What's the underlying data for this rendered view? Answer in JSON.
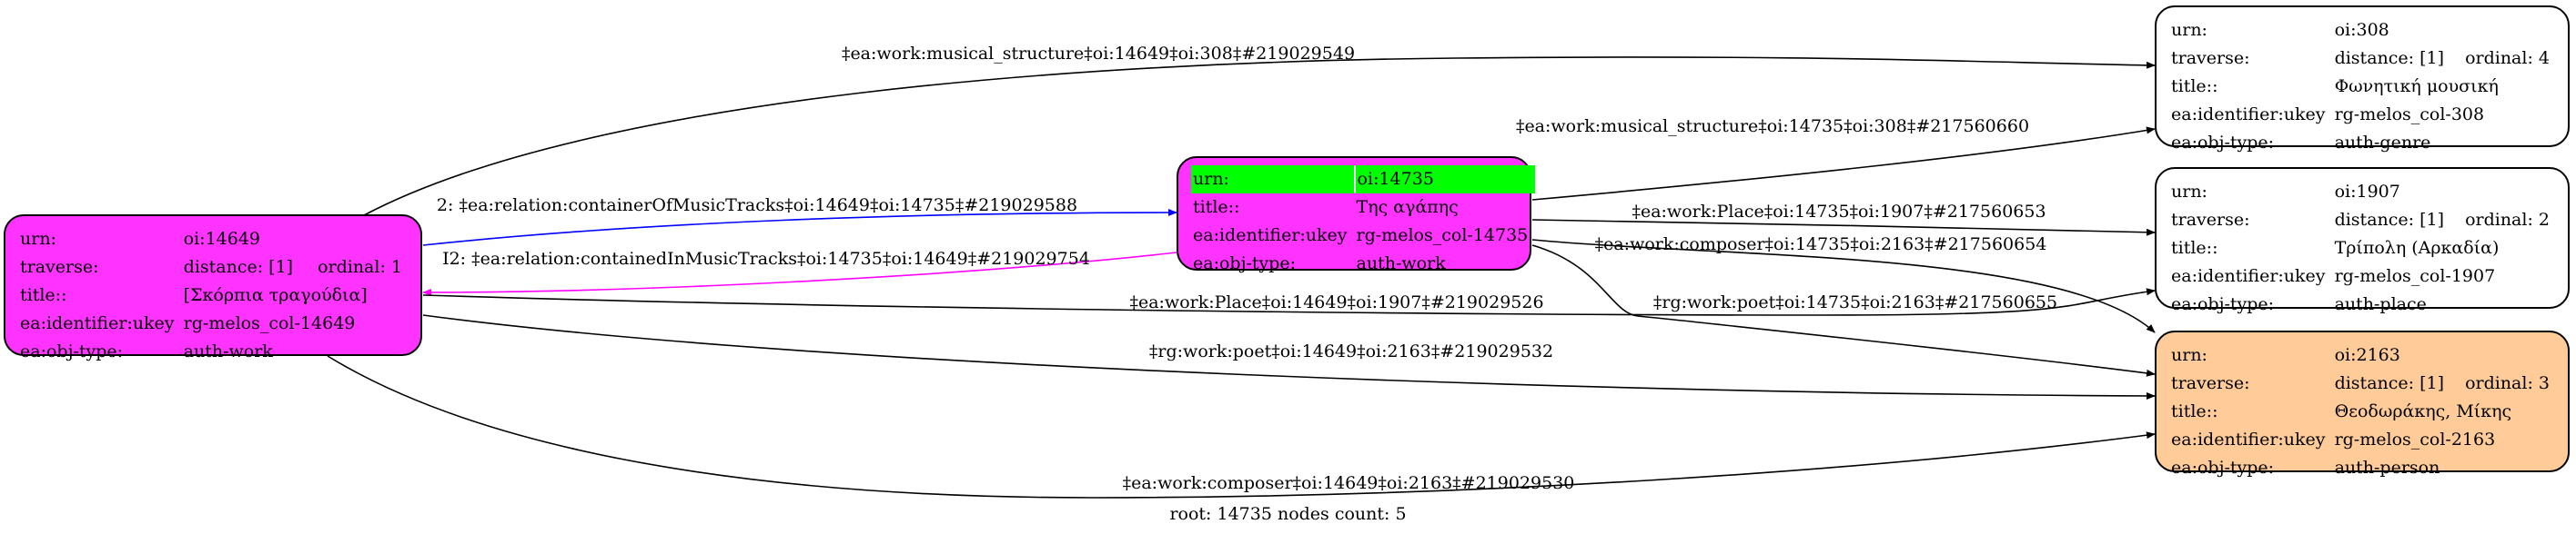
{
  "nodes": {
    "n14649": {
      "color": "#ff33ff",
      "rows": [
        {
          "k": "urn:",
          "v": "oi:14649"
        },
        {
          "k": "traverse:",
          "v": "distance: [1]",
          "extra": "ordinal: 1"
        },
        {
          "k": "title::",
          "v": "[Σκόρπια τραγούδια]"
        },
        {
          "k": "ea:identifier:ukey",
          "v": "rg-melos_col-14649"
        },
        {
          "k": "ea:obj-type:",
          "v": "auth-work"
        }
      ]
    },
    "n14735": {
      "color": "#ff33ff",
      "highlight": "#00ff00",
      "rows": [
        {
          "k": "urn:",
          "v": "oi:14735"
        },
        {
          "k": "title::",
          "v": "Της αγάπης"
        },
        {
          "k": "ea:identifier:ukey",
          "v": "rg-melos_col-14735"
        },
        {
          "k": "ea:obj-type:",
          "v": "auth-work"
        }
      ]
    },
    "n308": {
      "color": "#ffffff",
      "rows": [
        {
          "k": "urn:",
          "v": "oi:308"
        },
        {
          "k": "traverse:",
          "v": "distance: [1]",
          "extra": "ordinal: 4"
        },
        {
          "k": "title::",
          "v": "Φωνητική μουσική"
        },
        {
          "k": "ea:identifier:ukey",
          "v": "rg-melos_col-308"
        },
        {
          "k": "ea:obj-type:",
          "v": "auth-genre"
        }
      ]
    },
    "n1907": {
      "color": "#ffffff",
      "rows": [
        {
          "k": "urn:",
          "v": "oi:1907"
        },
        {
          "k": "traverse:",
          "v": "distance: [1]",
          "extra": "ordinal: 2"
        },
        {
          "k": "title::",
          "v": "Τρίπολη (Αρκαδία)"
        },
        {
          "k": "ea:identifier:ukey",
          "v": "rg-melos_col-1907"
        },
        {
          "k": "ea:obj-type:",
          "v": "auth-place"
        }
      ]
    },
    "n2163": {
      "color": "#ffcc99",
      "rows": [
        {
          "k": "urn:",
          "v": "oi:2163"
        },
        {
          "k": "traverse:",
          "v": "distance: [1]",
          "extra": "ordinal: 3"
        },
        {
          "k": "title::",
          "v": "Θεοδωράκης, Μίκης"
        },
        {
          "k": "ea:identifier:ukey",
          "v": "rg-melos_col-2163"
        },
        {
          "k": "ea:obj-type:",
          "v": "auth-person"
        }
      ]
    }
  },
  "edges": [
    {
      "id": "e1",
      "label": "‡ea:work:musical_structure‡oi:14649‡oi:308‡#219029549",
      "color": "#000000"
    },
    {
      "id": "e2",
      "label": "‡ea:work:musical_structure‡oi:14735‡oi:308‡#217560660",
      "color": "#000000"
    },
    {
      "id": "e3",
      "label": "2: ‡ea:relation:containerOfMusicTracks‡oi:14649‡oi:14735‡#219029588",
      "color": "#0000ff"
    },
    {
      "id": "e4",
      "label": "I2: ‡ea:relation:containedInMusicTracks‡oi:14735‡oi:14649‡#219029754",
      "color": "#ff00ff"
    },
    {
      "id": "e5",
      "label": "‡ea:work:Place‡oi:14735‡oi:1907‡#217560653",
      "color": "#000000"
    },
    {
      "id": "e6",
      "label": "‡ea:work:composer‡oi:14735‡oi:2163‡#217560654",
      "color": "#000000"
    },
    {
      "id": "e7",
      "label": "‡ea:work:Place‡oi:14649‡oi:1907‡#219029526",
      "color": "#000000"
    },
    {
      "id": "e8",
      "label": "‡rg:work:poet‡oi:14735‡oi:2163‡#217560655",
      "color": "#000000"
    },
    {
      "id": "e9",
      "label": "‡rg:work:poet‡oi:14649‡oi:2163‡#219029532",
      "color": "#000000"
    },
    {
      "id": "e10",
      "label": "‡ea:work:composer‡oi:14649‡oi:2163‡#219029530",
      "color": "#000000"
    }
  ],
  "footer": "root: 14735 nodes count: 5"
}
